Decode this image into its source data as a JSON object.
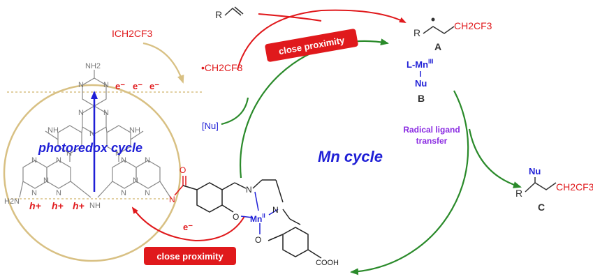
{
  "reagent": {
    "formula": "ICH2CF3",
    "radical": "•CH2CF3"
  },
  "alkene_r": "R",
  "proximity_top": "close proximity",
  "proximity_bottom": "close proximity",
  "electrons_top": [
    "e⁻",
    "e⁻",
    "e⁻"
  ],
  "electron_bottom": "e⁻",
  "holes": [
    "h+",
    "h+",
    "h+"
  ],
  "photoredox_label": "photoredox cycle",
  "mn_cycle_label": "Mn cycle",
  "nucleophile": "[Nu]",
  "intermediate_a": {
    "r": "R",
    "group": "CH2CF3",
    "label": "A"
  },
  "intermediate_b": {
    "metal": "L-Mn",
    "ox": "III",
    "ligand": "Nu",
    "label": "B"
  },
  "transfer_label": [
    "Radical ligand",
    "transfer"
  ],
  "product_c": {
    "r": "R",
    "nu": "Nu",
    "group": "CH2CF3",
    "label": "C"
  },
  "catalyst": {
    "metal": "Mn",
    "ox": "II",
    "cooh": "COOH",
    "o1": "O",
    "o2": "O",
    "n1": "N",
    "n2": "N",
    "carbonyl_o": "O",
    "amide_n": "N"
  },
  "cn_atoms": {
    "nh2_top": "NH2",
    "nh2_left": "H2N",
    "ring_n": "N",
    "nh": "NH"
  },
  "colors": {
    "red": "#e0191c",
    "blue": "#1f1fd6",
    "green": "#2a8a2a",
    "gold": "#d8c083",
    "purple": "#8a2be2",
    "gray": "#777777"
  }
}
